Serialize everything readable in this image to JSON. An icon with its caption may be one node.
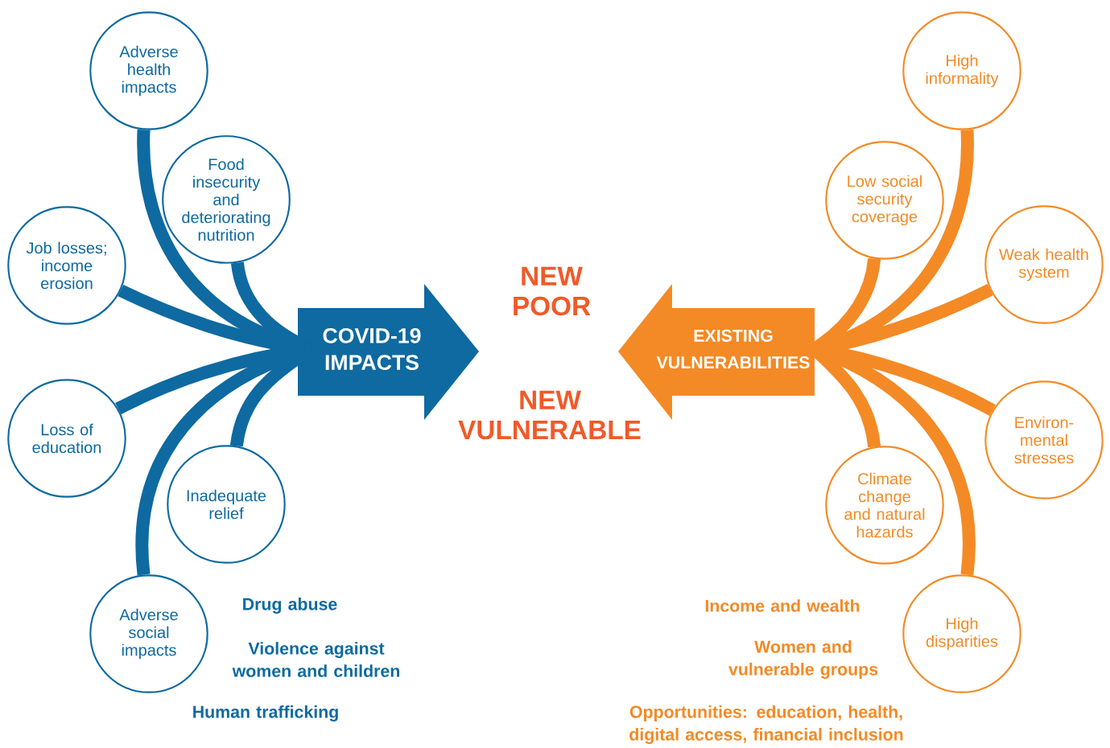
{
  "diagram": {
    "nodes": [
      {
        "text": [
          "Adverse health impacts"
        ]
      },
      {
        "text": [
          "Food insecurity and deteriorating nutrition"
        ]
      },
      {
        "text": [
          "Job losses; income erosion"
        ]
      },
      {
        "text": [
          "Loss of education"
        ]
      },
      {
        "text": [
          "Inadequate relief"
        ]
      },
      {
        "text": [
          "Adverse social impacts"
        ],
        "beside": [
          "Drug abuse",
          "Violence against women and children",
          "Human trafficking"
        ]
      },
      {
        "text": [
          "COVID-19 IMPACTS"
        ]
      },
      {
        "text": [
          "EXISTING VULNERABILITIES"
        ]
      },
      {
        "text": [
          "High informality"
        ]
      },
      {
        "text": [
          "Low social security coverage"
        ]
      },
      {
        "text": [
          "Weak health system"
        ]
      },
      {
        "text": [
          "Environ-mental stresses"
        ]
      },
      {
        "text": [
          "Climate change and natural hazards"
        ]
      },
      {
        "text": [
          "High disparities"
        ],
        "beside": [
          "Income and wealth",
          "Women and vulnerable groups",
          "Opportunities: education, health, digital access, financial inclusion"
        ]
      }
    ],
    "edges": [
      {
        "from": 0,
        "to": 6,
        "arrow": "none",
        "color": "#0e6aa0"
      },
      {
        "from": 1,
        "to": 6,
        "arrow": "none",
        "color": "#0e6aa0"
      },
      {
        "from": 2,
        "to": 6,
        "arrow": "none",
        "color": "#0e6aa0"
      },
      {
        "from": 3,
        "to": 6,
        "arrow": "none",
        "color": "#0e6aa0"
      },
      {
        "from": 4,
        "to": 6,
        "arrow": "none",
        "color": "#0e6aa0"
      },
      {
        "from": 5,
        "to": 6,
        "arrow": "none",
        "color": "#0e6aa0"
      },
      {
        "from": 8,
        "to": 7,
        "arrow": "none",
        "color": "#f38a25"
      },
      {
        "from": 9,
        "to": 7,
        "arrow": "none",
        "color": "#f38a25"
      },
      {
        "from": 10,
        "to": 7,
        "arrow": "none",
        "color": "#f38a25"
      },
      {
        "from": 11,
        "to": 7,
        "arrow": "none",
        "color": "#f38a25"
      },
      {
        "from": 12,
        "to": 7,
        "arrow": "none",
        "color": "#f38a25"
      },
      {
        "from": 13,
        "to": 7,
        "arrow": "none",
        "color": "#f38a25"
      }
    ],
    "labels": [
      "NEW POOR",
      "NEW VULNERABLE"
    ]
  }
}
